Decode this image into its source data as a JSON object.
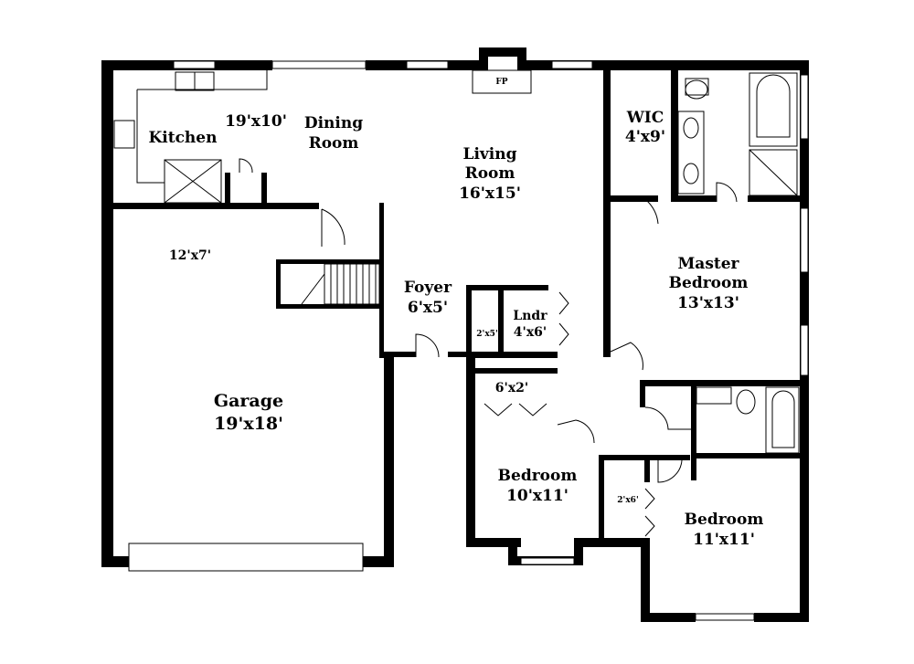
{
  "rooms": {
    "kitchen": {
      "name": "Kitchen"
    },
    "dining": {
      "dim": "19'x10'",
      "name_line1": "Dining",
      "name_line2": "Room"
    },
    "living": {
      "name_line1": "Living",
      "name_line2": "Room",
      "dim": "16'x15'"
    },
    "fireplace": {
      "name": "FP"
    },
    "wic": {
      "name": "WIC",
      "dim": "4'x9'"
    },
    "master": {
      "name_line1": "Master",
      "name_line2": "Bedroom",
      "dim": "13'x13'"
    },
    "mudroom": {
      "dim": "12'x7'"
    },
    "foyer": {
      "name": "Foyer",
      "dim": "6'x5'"
    },
    "closet_small": {
      "dim": "2'x5'"
    },
    "laundry": {
      "name": "Lndr",
      "dim": "4'x6'"
    },
    "hall_closet": {
      "dim": "6'x2'"
    },
    "garage": {
      "name": "Garage",
      "dim": "19'x18'"
    },
    "bedroom2": {
      "name": "Bedroom",
      "dim": "10'x11'"
    },
    "closet_2x6": {
      "dim": "2'x6'"
    },
    "bedroom3": {
      "name": "Bedroom",
      "dim": "11'x11'"
    }
  }
}
